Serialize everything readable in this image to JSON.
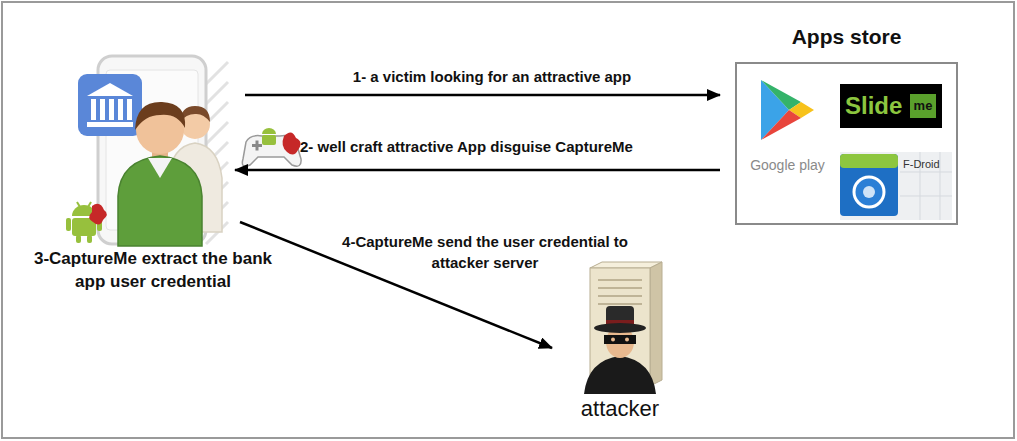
{
  "diagram": {
    "nodes": [
      {
        "text": [
          "3-CaptureMe extract the bank app user credential"
        ]
      },
      {
        "text": [
          "Apps store"
        ]
      },
      {
        "text": [
          "Google play"
        ],
        "in": 1
      },
      {
        "text": [
          "Slide",
          "me"
        ],
        "in": 1
      },
      {
        "text": [
          "F-Droid"
        ],
        "in": 1
      },
      {
        "text": [
          "attacker"
        ]
      }
    ],
    "edges": [
      {
        "from": 0,
        "to": 1,
        "label": "1- a victim looking for an attractive app",
        "arrow": "to"
      },
      {
        "from": 1,
        "to": 0,
        "label": "2- well craft attractive App disguise CaptureMe",
        "arrow": "to"
      },
      {
        "from": 0,
        "to": 5,
        "label": "4-CaptureMe send the user credential to attacker server",
        "arrow": "to"
      }
    ]
  }
}
